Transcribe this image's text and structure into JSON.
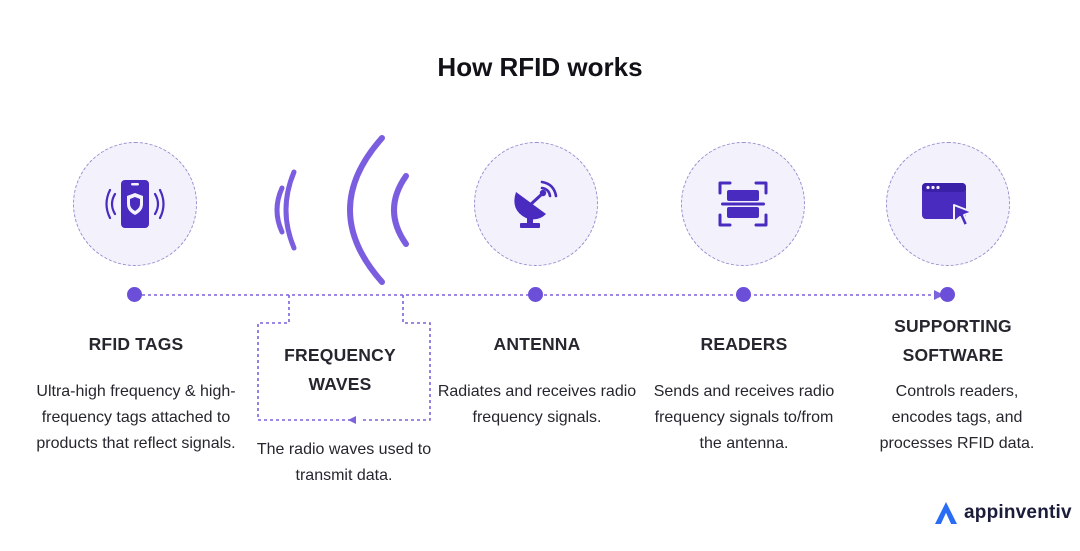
{
  "title": "How RFID works",
  "steps": [
    {
      "heading": "RFID TAGS",
      "description": "Ultra-high frequency & high-frequency tags attached to products that reflect signals.",
      "icon": "rfid-tag-icon"
    },
    {
      "heading": "FREQUENCY WAVES",
      "description": "The radio waves used to transmit data.",
      "icon": "radio-waves-icon"
    },
    {
      "heading": "ANTENNA",
      "description": "Radiates and receives radio frequency signals.",
      "icon": "satellite-dish-icon"
    },
    {
      "heading": "READERS",
      "description": "Sends and receives radio frequency signals to/from the antenna.",
      "icon": "scanner-icon"
    },
    {
      "heading": "SUPPORTING SOFTWARE",
      "description": "Controls readers, encodes tags, and processes RFID data.",
      "icon": "software-window-icon"
    }
  ],
  "logo": {
    "text": "appinventiv",
    "icon": "appinventiv-logo-icon"
  },
  "colors": {
    "accent": "#6c4fd9",
    "icon": "#4a2bbf",
    "wave": "#7b5de0",
    "circle_fill": "#f3f1fc",
    "text": "#26262e",
    "logo_blue": "#2a6df4"
  }
}
